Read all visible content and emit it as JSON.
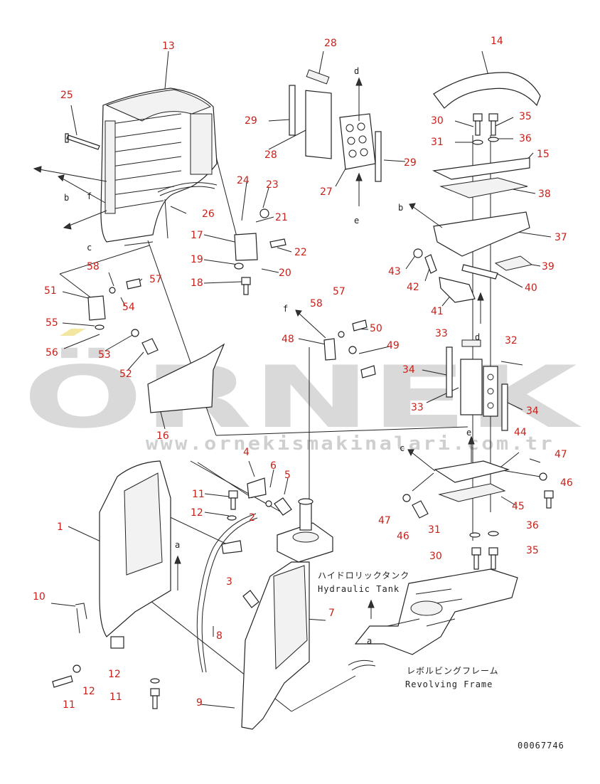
{
  "watermark": {
    "brand": "ÖRNEK",
    "url": "www.ornekismakinalari.com.tr"
  },
  "labels": {
    "hydraulic_tank_jp": "ハイドロリックタンク",
    "hydraulic_tank_en": "Hydraulic Tank",
    "revolving_frame_jp": "レボルビングフレーム",
    "revolving_frame_en": "Revolving Frame",
    "drawing_number": "00067746"
  },
  "arrow_letters": [
    "a",
    "a",
    "b",
    "b",
    "c",
    "c",
    "d",
    "d",
    "e",
    "e",
    "f",
    "f"
  ],
  "part_numbers": [
    "1",
    "2",
    "3",
    "4",
    "5",
    "6",
    "7",
    "8",
    "9",
    "10",
    "11",
    "11",
    "11",
    "12",
    "12",
    "12",
    "13",
    "14",
    "15",
    "16",
    "17",
    "18",
    "19",
    "20",
    "21",
    "22",
    "23",
    "24",
    "25",
    "26",
    "27",
    "28",
    "28",
    "29",
    "29",
    "30",
    "30",
    "31",
    "31",
    "32",
    "33",
    "33",
    "34",
    "34",
    "35",
    "35",
    "36",
    "36",
    "37",
    "38",
    "39",
    "40",
    "41",
    "42",
    "43",
    "44",
    "45",
    "46",
    "46",
    "47",
    "47",
    "48",
    "49",
    "50",
    "51",
    "52",
    "53",
    "54",
    "55",
    "56",
    "57",
    "57",
    "58",
    "58"
  ],
  "colors": {
    "callout": "#c8201a",
    "line": "#222222",
    "watermark": "#d9d9d9"
  }
}
